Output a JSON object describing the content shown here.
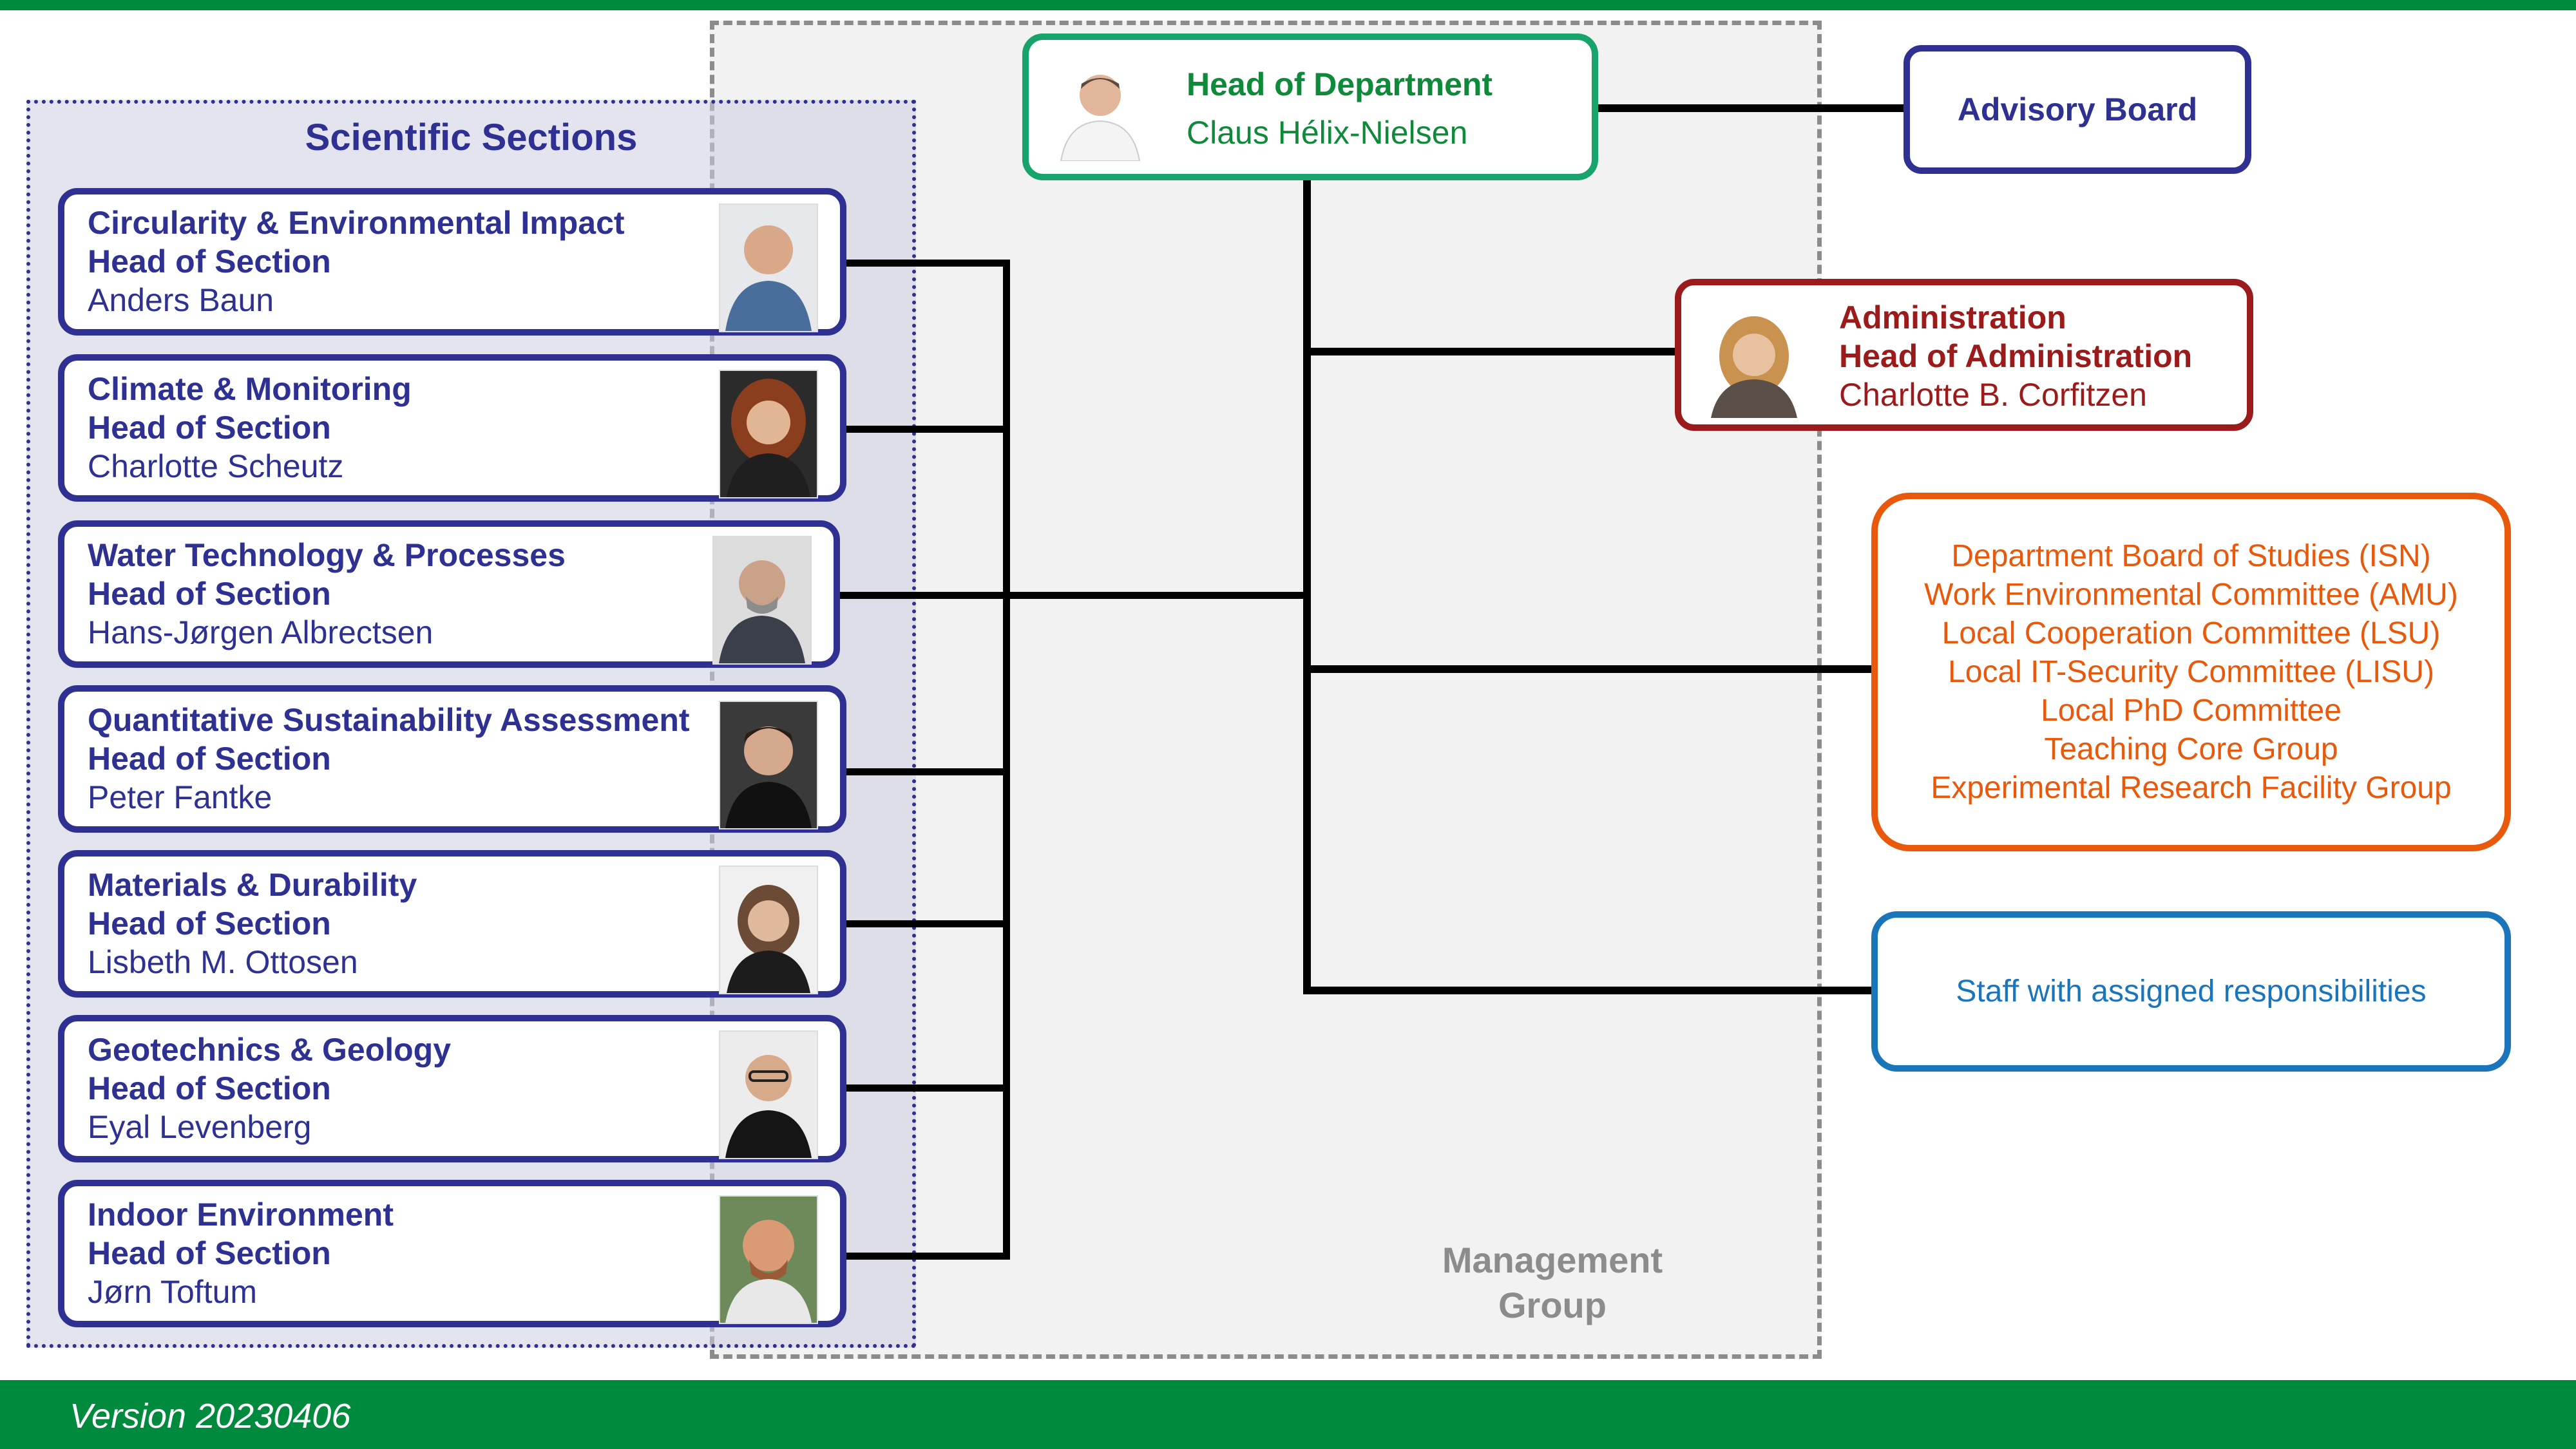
{
  "version": "Version 20230406",
  "management_group": {
    "line1": "Management",
    "line2": "Group"
  },
  "scientific_sections": {
    "title": "Scientific Sections",
    "sections": [
      {
        "name": "Circularity & Environmental Impact",
        "role": "Head of Section",
        "person": "Anders Baun",
        "photo": "person-photo"
      },
      {
        "name": "Climate & Monitoring",
        "role": "Head of Section",
        "person": "Charlotte Scheutz",
        "photo": "person-photo"
      },
      {
        "name": "Water Technology & Processes",
        "role": "Head of Section",
        "person": "Hans-Jørgen Albrectsen",
        "photo": "person-photo"
      },
      {
        "name": "Quantitative Sustainability Assessment",
        "role": "Head of Section",
        "person": "Peter Fantke",
        "photo": "person-photo"
      },
      {
        "name": "Materials & Durability",
        "role": "Head of Section",
        "person": "Lisbeth M. Ottosen",
        "photo": "person-photo"
      },
      {
        "name": "Geotechnics & Geology",
        "role": "Head of Section",
        "person": "Eyal Levenberg",
        "photo": "person-photo"
      },
      {
        "name": "Indoor Environment",
        "role": "Head of Section",
        "person": "Jørn Toftum",
        "photo": "person-photo"
      }
    ]
  },
  "head_of_department": {
    "role": "Head of Department",
    "person": "Claus Hélix-Nielsen"
  },
  "advisory_board": {
    "label": "Advisory Board"
  },
  "administration": {
    "name": "Administration",
    "role": "Head of Administration",
    "person": "Charlotte B. Corfitzen"
  },
  "committees": [
    "Department Board of Studies (ISN)",
    "Work Environmental Committee (AMU)",
    "Local Cooperation Committee (LSU)",
    "Local IT-Security Committee (LISU)",
    "Local PhD Committee",
    "Teaching Core Group",
    "Experimental Research Facility Group"
  ],
  "staff": {
    "label": "Staff with assigned responsibilities"
  },
  "colors": {
    "green_bar": "#008a3e",
    "sections": "#2e3192",
    "head_of_department": "#17a36a",
    "administration": "#9b1b1b",
    "committees": "#e8590c",
    "staff": "#1b75bb"
  }
}
